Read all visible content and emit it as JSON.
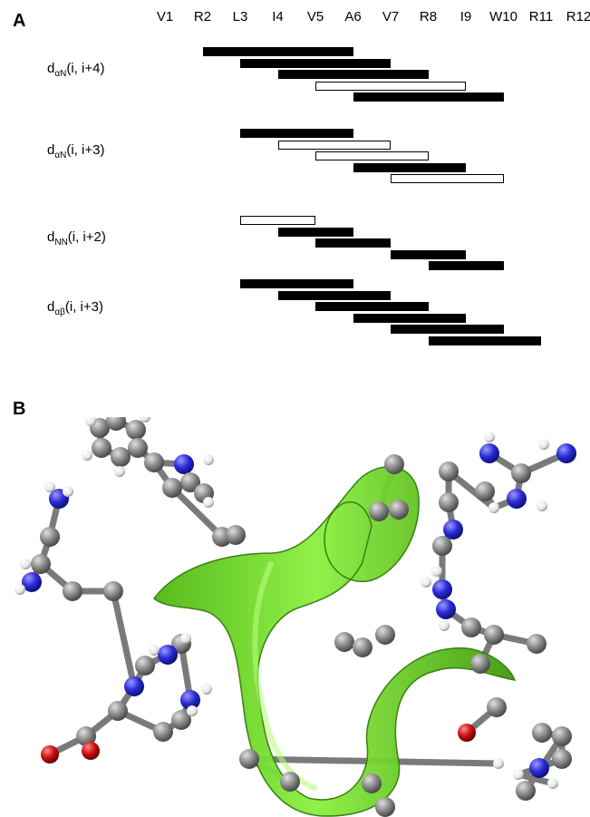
{
  "panels": {
    "a": "A",
    "b": "B"
  },
  "residues": [
    "V1",
    "R2",
    "L3",
    "I4",
    "V5",
    "A6",
    "V7",
    "R8",
    "I9",
    "W10",
    "R11",
    "R12"
  ],
  "rows": [
    {
      "label": {
        "base": "d",
        "sub": "αN",
        "rest": "(i, i+4)"
      },
      "bars": [
        {
          "start": 2,
          "end": 6,
          "filled": true
        },
        {
          "start": 3,
          "end": 7,
          "filled": true
        },
        {
          "start": 4,
          "end": 8,
          "filled": true
        },
        {
          "start": 5,
          "end": 9,
          "filled": false
        },
        {
          "start": 6,
          "end": 10,
          "filled": true
        }
      ]
    },
    {
      "label": {
        "base": "d",
        "sub": "αN",
        "rest": "(i, i+3)"
      },
      "bars": [
        {
          "start": 3,
          "end": 6,
          "filled": true
        },
        {
          "start": 4,
          "end": 7,
          "filled": false
        },
        {
          "start": 5,
          "end": 8,
          "filled": false
        },
        {
          "start": 6,
          "end": 9,
          "filled": true
        },
        {
          "start": 7,
          "end": 10,
          "filled": false
        }
      ]
    },
    {
      "label": {
        "base": "d",
        "sub": "NN",
        "rest": "(i, i+2)"
      },
      "bars": [
        {
          "start": 3,
          "end": 5,
          "filled": false
        },
        {
          "start": 4,
          "end": 6,
          "filled": true
        },
        {
          "start": 5,
          "end": 7,
          "filled": true
        },
        {
          "start": 7,
          "end": 9,
          "filled": true
        },
        {
          "start": 8,
          "end": 10,
          "filled": true
        }
      ]
    },
    {
      "label": {
        "base": "d",
        "sub": "αβ",
        "rest": "(i, i+3)"
      },
      "bars": [
        {
          "start": 3,
          "end": 6,
          "filled": true
        },
        {
          "start": 4,
          "end": 7,
          "filled": true
        },
        {
          "start": 5,
          "end": 8,
          "filled": true
        },
        {
          "start": 6,
          "end": 9,
          "filled": true
        },
        {
          "start": 7,
          "end": 10,
          "filled": true
        },
        {
          "start": 8,
          "end": 11,
          "filled": true
        }
      ]
    }
  ],
  "colors": {
    "ribbon": "#6ed41e",
    "ribbon_dark": "#3f9a0c",
    "carbon": "#8a8a8a",
    "nitrogen": "#2b2bd6",
    "oxygen": "#cc1010",
    "hydrogen": "#f2f2f2"
  }
}
